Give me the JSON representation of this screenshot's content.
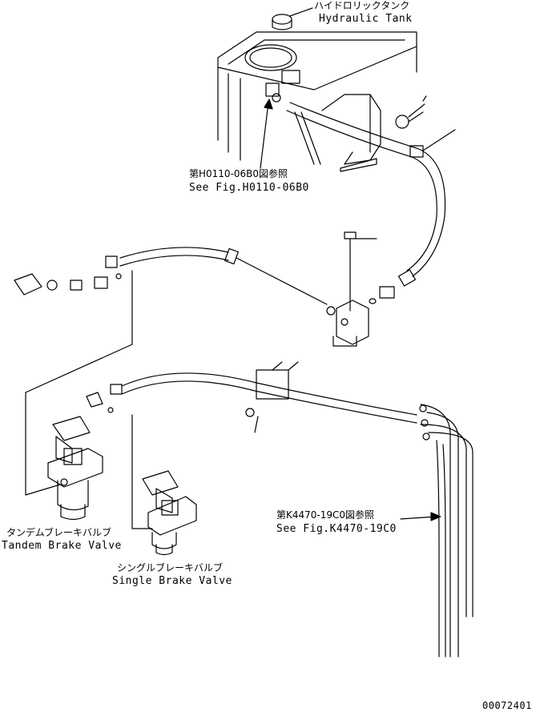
{
  "labels": {
    "hydraulic_tank_jp": "ハイドロリックタンク",
    "hydraulic_tank_en": "Hydraulic Tank",
    "see_fig_h0110_jp": "第H0110-06B0図参照",
    "see_fig_h0110_en": "See Fig.H0110-06B0",
    "see_fig_k4470_jp": "第K4470-19C0図参照",
    "see_fig_k4470_en": "See Fig.K4470-19C0",
    "tandem_brake_valve_jp": "タンデムブレーキバルブ",
    "tandem_brake_valve_en": "Tandem Brake Valve",
    "single_brake_valve_jp": "シングルブレーキバルブ",
    "single_brake_valve_en": "Single Brake Valve",
    "drawing_number": "00072401"
  },
  "colors": {
    "line": "#000000",
    "background": "#ffffff"
  }
}
